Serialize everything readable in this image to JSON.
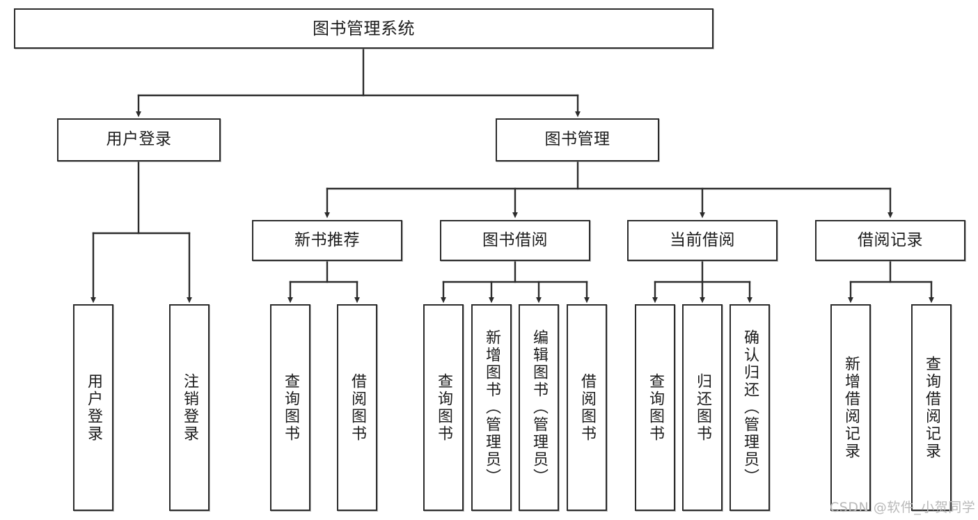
{
  "diagram": {
    "title": "图书管理系统",
    "type": "tree-hierarchy-chart",
    "root": {
      "label": "图书管理系统"
    },
    "level2": [
      {
        "label": "用户登录"
      },
      {
        "label": "图书管理"
      }
    ],
    "level3": [
      {
        "label": "新书推荐"
      },
      {
        "label": "图书借阅"
      },
      {
        "label": "当前借阅"
      },
      {
        "label": "借阅记录"
      }
    ],
    "leaves": {
      "user_login": [
        {
          "label": "用户登录"
        },
        {
          "label": "注销登录"
        }
      ],
      "new_book_recommend": [
        {
          "label": "查询图书"
        },
        {
          "label": "借阅图书"
        }
      ],
      "book_borrow": [
        {
          "label": "查询图书"
        },
        {
          "label": "新增图书（管理员）"
        },
        {
          "label": "编辑图书（管理员）"
        },
        {
          "label": "借阅图书"
        }
      ],
      "current_borrow": [
        {
          "label": "查询图书"
        },
        {
          "label": "归还图书"
        },
        {
          "label": "确认归还（管理员）"
        }
      ],
      "borrow_record": [
        {
          "label": "新增借阅记录"
        },
        {
          "label": "查询借阅记录"
        }
      ]
    }
  },
  "watermark": {
    "text": "CSDN @软件_小贺同学"
  },
  "colors": {
    "border": "#2b2b2b",
    "background": "#ffffff",
    "text": "#1b1b1b",
    "watermark": "#b9b9b9"
  }
}
